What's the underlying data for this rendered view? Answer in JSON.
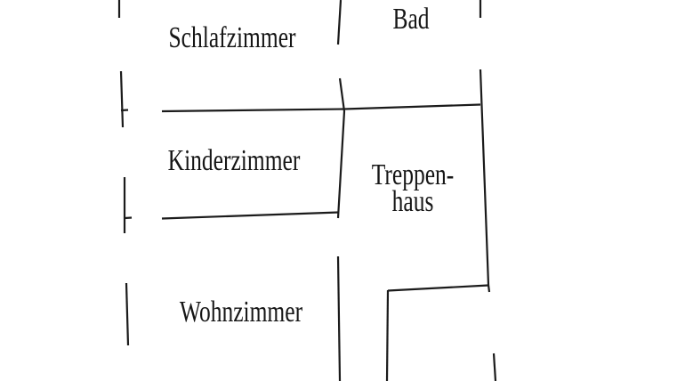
{
  "diagram_type": "floor-plan",
  "language": "de",
  "rooms": {
    "schlafzimmer": {
      "label": "Schlafzimmer"
    },
    "bad": {
      "label": "Bad"
    },
    "kinderzimmer": {
      "label": "Kinderzimmer"
    },
    "treppenhaus": {
      "line1": "Treppen-",
      "line2": "haus"
    },
    "wohnzimmer": {
      "label": "Wohnzimmer"
    }
  },
  "colors": {
    "background": "#ffffff",
    "wall_line": "#1b1b1b",
    "label_text": "#161616"
  }
}
